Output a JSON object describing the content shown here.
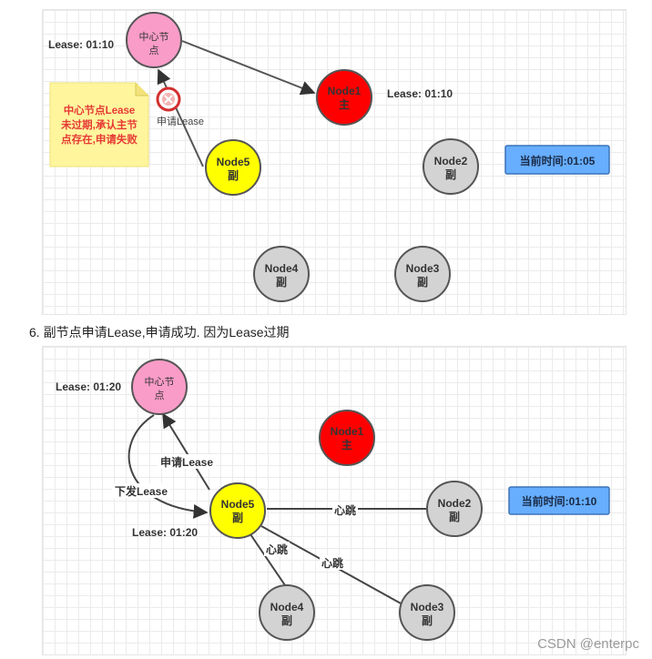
{
  "diagram1": {
    "lease_center": "Lease: 01:10",
    "lease_node1": "Lease: 01:10",
    "center_line1": "中心节",
    "center_line2": "点",
    "node1": {
      "name": "Node1",
      "role": "主"
    },
    "node2": {
      "name": "Node2",
      "role": "副"
    },
    "node3": {
      "name": "Node3",
      "role": "副"
    },
    "node4": {
      "name": "Node4",
      "role": "副"
    },
    "node5": {
      "name": "Node5",
      "role": "副"
    },
    "apply_label": "申请Lease",
    "note_lines": [
      "中心节点Lease",
      "未过期,承认主节",
      "点存在,申请失败"
    ],
    "time_box": "当前时间:01:05"
  },
  "caption": "6. 副节点申请Lease,申请成功. 因为Lease过期",
  "diagram2": {
    "lease_center": "Lease: 01:20",
    "lease_node5": "Lease: 01:20",
    "center_line1": "中心节",
    "center_line2": "点",
    "node1": {
      "name": "Node1",
      "role": "主"
    },
    "node2": {
      "name": "Node2",
      "role": "副"
    },
    "node3": {
      "name": "Node3",
      "role": "副"
    },
    "node4": {
      "name": "Node4",
      "role": "副"
    },
    "node5": {
      "name": "Node5",
      "role": "副"
    },
    "apply_label": "申请Lease",
    "issue_label": "下发Lease",
    "heartbeat_label": "心跳",
    "time_box": "当前时间:01:10"
  },
  "watermark": "CSDN @enterpc",
  "colors": {
    "center": "#f99cc8",
    "master": "#ff0000",
    "candidate": "#ffff00",
    "slave": "#d3d3d3",
    "time_box": "#67aeff",
    "note": "#fff59d",
    "note_text": "#e53935",
    "line": "#555555"
  }
}
